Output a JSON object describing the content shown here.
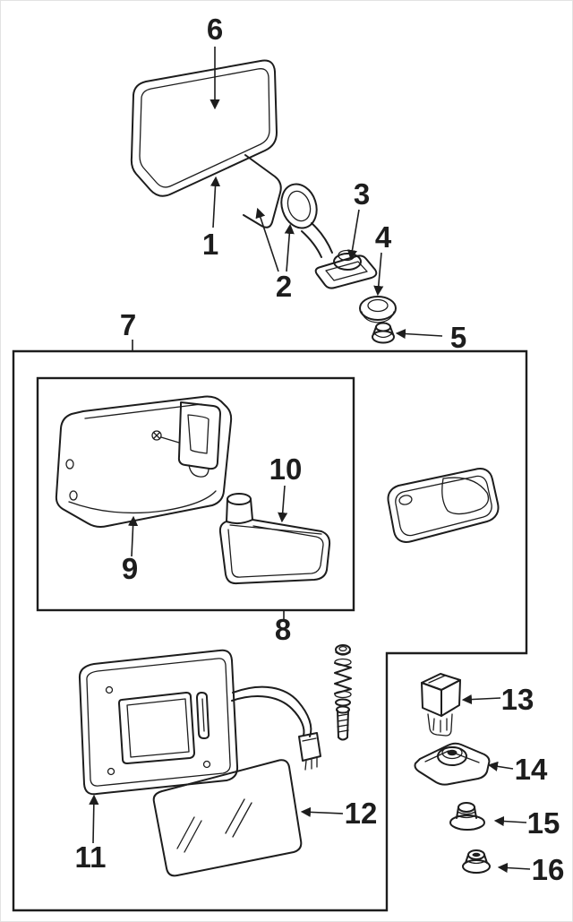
{
  "diagram": {
    "background_color": "#ffffff",
    "line_color": "#1d1d1d",
    "callouts": [
      {
        "label": "1"
      },
      {
        "label": "2"
      },
      {
        "label": "3"
      },
      {
        "label": "4"
      },
      {
        "label": "5"
      },
      {
        "label": "6"
      },
      {
        "label": "7"
      },
      {
        "label": "8"
      },
      {
        "label": "9"
      },
      {
        "label": "10"
      },
      {
        "label": "11"
      },
      {
        "label": "12"
      },
      {
        "label": "13"
      },
      {
        "label": "14"
      },
      {
        "label": "15"
      },
      {
        "label": "16"
      }
    ]
  }
}
